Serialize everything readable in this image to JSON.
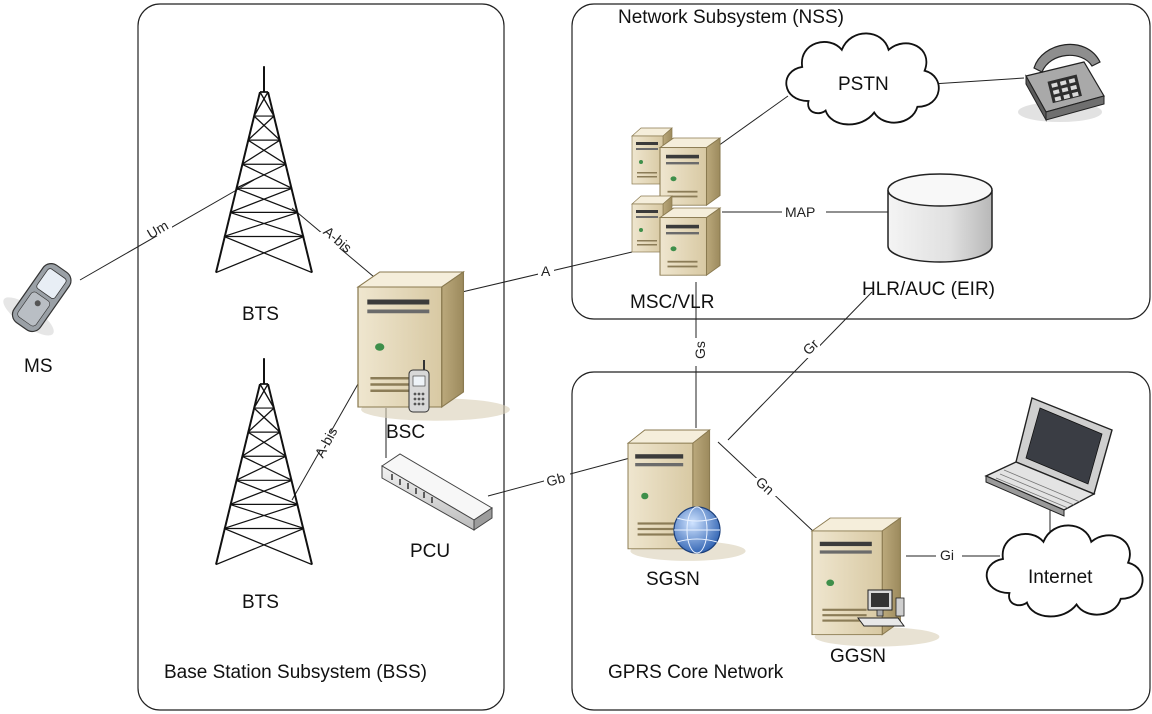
{
  "groups": {
    "bss": "Base Station Subsystem (BSS)",
    "nss": "Network Subsystem (NSS)",
    "gprs": "GPRS Core Network"
  },
  "nodes": {
    "ms": "MS",
    "bts1": "BTS",
    "bts2": "BTS",
    "bsc": "BSC",
    "pcu": "PCU",
    "msc": "MSC/VLR",
    "pstn": "PSTN",
    "hlr": "HLR/AUC (EIR)",
    "sgsn": "SGSN",
    "ggsn": "GGSN",
    "internet": "Internet"
  },
  "interfaces": {
    "um": "Um",
    "abis1": "A-bis",
    "abis2": "A-bis",
    "a": "A",
    "map": "MAP",
    "gs": "Gs",
    "gr": "Gr",
    "gb": "Gb",
    "gn": "Gn",
    "gi": "Gi"
  },
  "icons": [
    "mobile-phone-icon",
    "tower-icon",
    "server-icon",
    "cloud-icon",
    "telephone-icon",
    "database-icon",
    "globe-icon",
    "laptop-icon",
    "workstation-icon",
    "pcu-device-icon"
  ]
}
